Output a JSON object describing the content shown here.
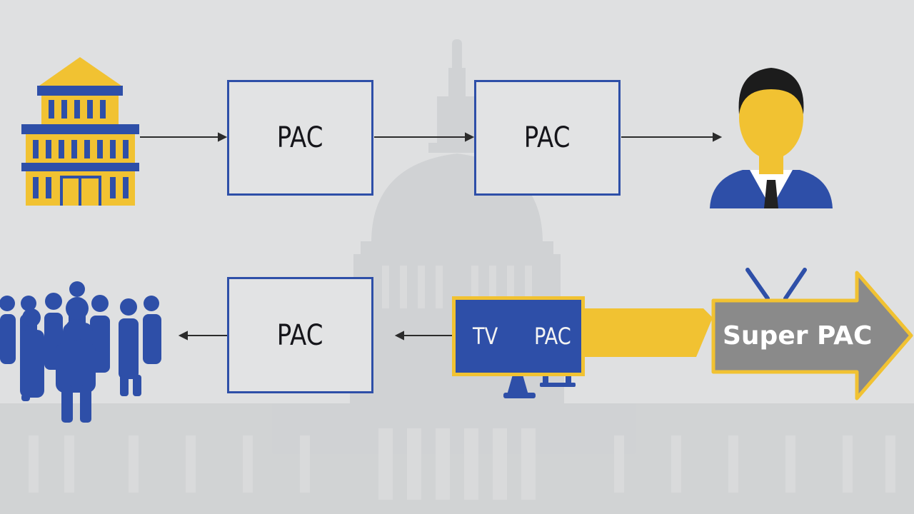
{
  "diagram": {
    "nodes": {
      "pac_top_left": "PAC",
      "pac_top_right": "PAC",
      "pac_bottom": "PAC",
      "tv_label": "TV",
      "tv_pac": "PAC",
      "super_pac": "Super PAC"
    },
    "icons": {
      "corporation": "building-icon",
      "candidate": "person-icon",
      "voters": "people-group-icon",
      "television": "tv-icon",
      "super_pac_arrow": "arrow-icon",
      "background": "capitol-building-icon"
    },
    "colors": {
      "blue": "#2e4fa8",
      "yellow": "#f1c232",
      "gray": "#888888",
      "background": "#dfe0e1"
    }
  }
}
